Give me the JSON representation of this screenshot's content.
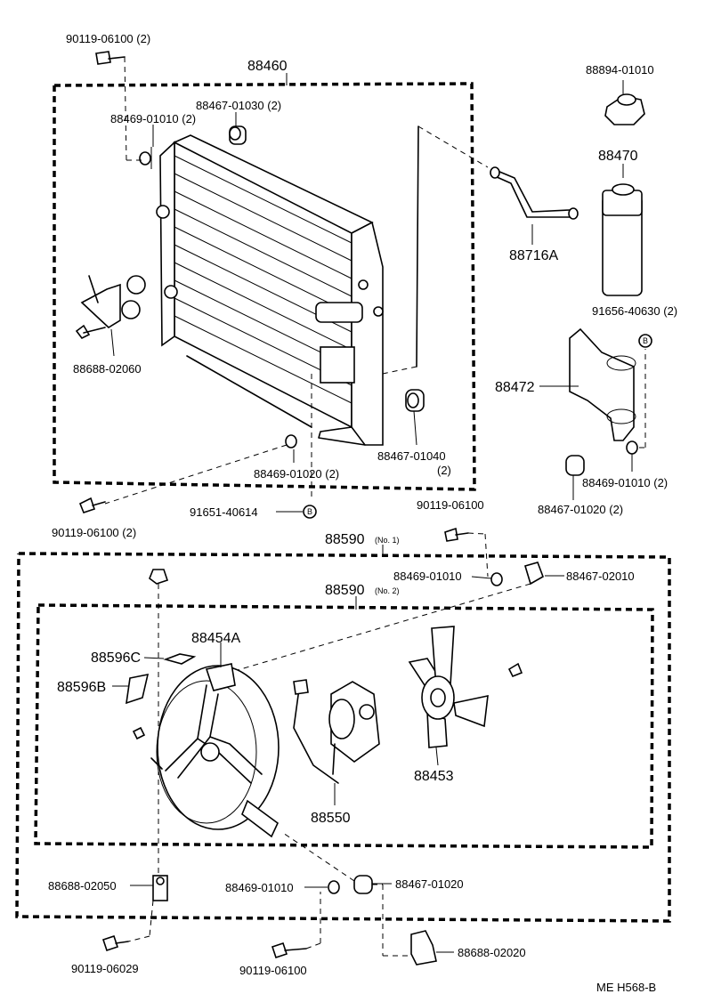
{
  "labels": {
    "bolt_top_left": "90119-06100 (2)",
    "condenser_assy": "88460",
    "cushion_top": "88467-01030 (2)",
    "washer_top": "88469-01010 (2)",
    "bracket_left": "88688-02060",
    "washer_bottom": "88469-01020 (2)",
    "cushion_right_a": "88467-01040",
    "cushion_right_b": "(2)",
    "bolt_bottom_left": "90119-06100 (2)",
    "screw_b_main": "91651-40614",
    "sensor_cap": "88894-01010",
    "receiver": "88470",
    "tube": "88716A",
    "screw_b_right": "91656-40630 (2)",
    "receiver_bracket": "88472",
    "washer_right": "88469-01010 (2)",
    "cushion_right_c": "88467-01020 (2)",
    "bolt_fan_top": "90119-06100",
    "fan_assy_no1": "88590",
    "fan_assy_no1_sub": "(No. 1)",
    "washer_fan": "88469-01010",
    "cushion_fan": "88467-02010",
    "fan_assy_no2": "88590",
    "fan_assy_no2_sub": "(No. 2)",
    "shroud": "88454A",
    "seal_c": "88596C",
    "seal_b": "88596B",
    "fan": "88453",
    "motor": "88550",
    "bracket_fan_left": "88688-02050",
    "washer_fan_bottom": "88469-01010",
    "cushion_fan_bottom": "88467-01020",
    "bolt_fan_bottom_left": "90119-06029",
    "bolt_fan_bottom": "90119-06100",
    "bracket_fan_bottom": "88688-02020",
    "ref_code": "ME   H568-B",
    "circle_b": "B"
  }
}
